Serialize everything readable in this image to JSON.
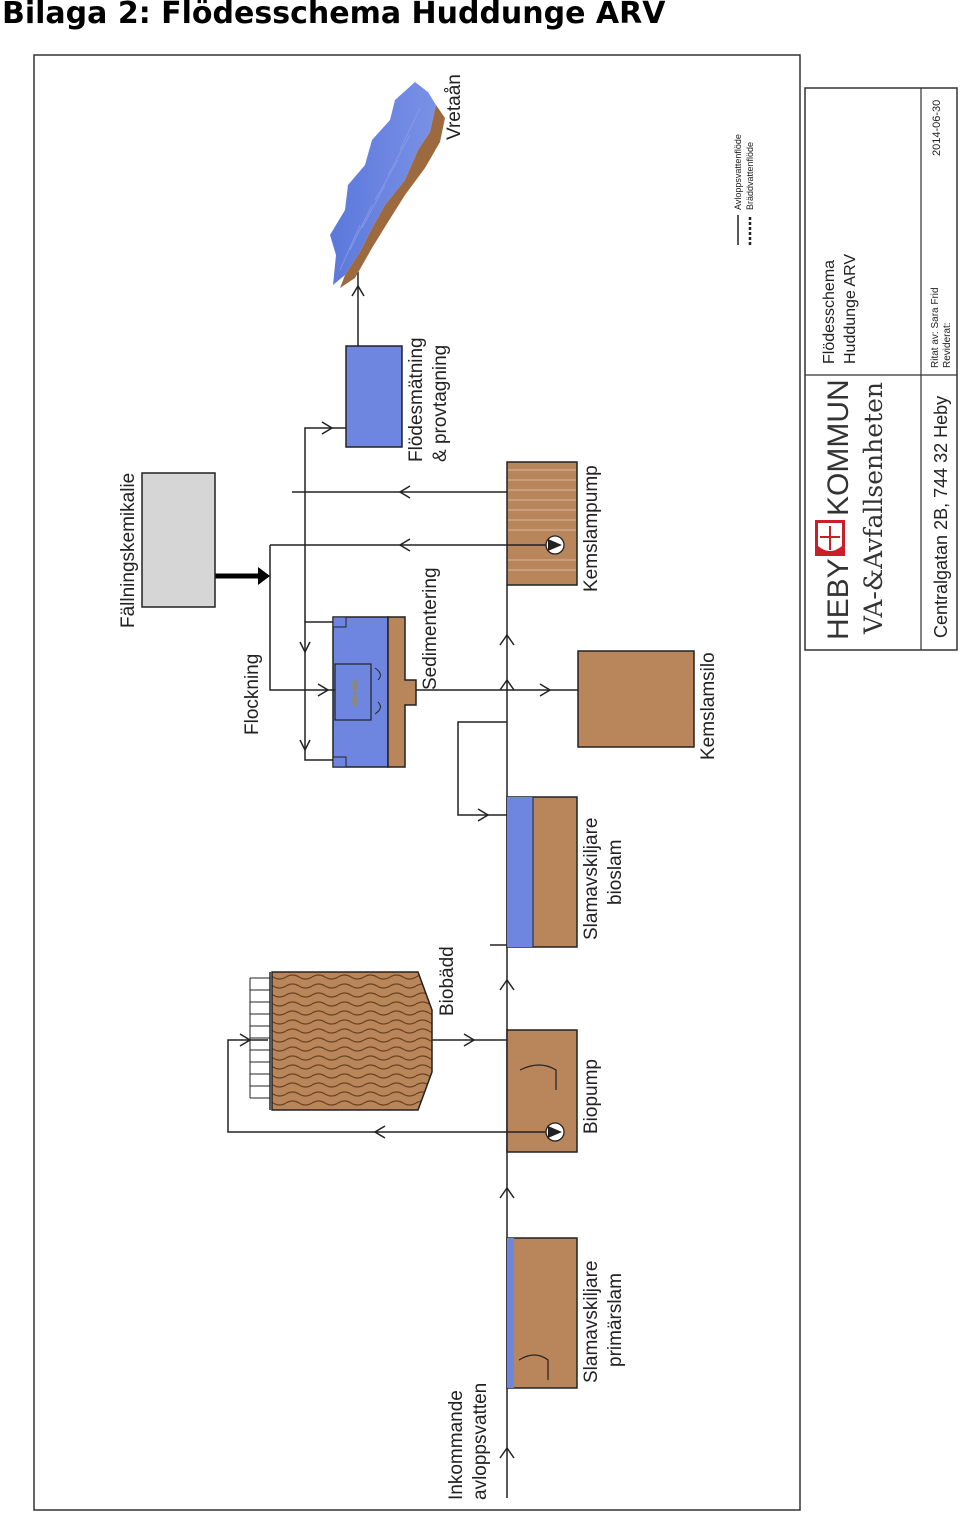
{
  "page": {
    "title": "Bilaga 2: Flödesschema Huddunge ARV"
  },
  "diagram": {
    "labels": {
      "inkommande_1": "Inkommande",
      "inkommande_2": "avloppsvatten",
      "slamavskiljare_primar_1": "Slamavskiljare",
      "slamavskiljare_primar_2": "primärslam",
      "biopump": "Biopump",
      "biobadd": "Biobädd",
      "slamavskiljare_bio_1": "Slamavskiljare",
      "slamavskiljare_bio_2": "bioslam",
      "kemslamsilo": "Kemslamsilo",
      "flockning": "Flockning",
      "sedimentering": "Sedimentering",
      "fallningskemikalie": "Fällningskemikalie",
      "kemslampump": "Kemslampump",
      "flodesmatning_1": "Flödesmätning",
      "flodesmatning_2": "& provtagning",
      "vretaan": "Vretaån"
    },
    "legend": {
      "avlopp": "Avloppsvattenflöde",
      "brdd": "Bräddvattenflöde"
    },
    "colors": {
      "water_blue": "#6f86e0",
      "sludge_brown": "#b9855a",
      "chem_grey": "#d6d6d6",
      "line": "#222222"
    }
  },
  "title_block": {
    "org_1": "HEBY",
    "org_2": "KOMMUN",
    "dept": "VA-&Avfallsenheten",
    "address": "Centralgatan 2B, 744 32 Heby",
    "doc_title_1": "Flödesschema",
    "doc_title_2": "Huddunge ARV",
    "drawn_by": "Ritat av: Sara Frid",
    "revised": "Reviderat:",
    "date": "2014-06-30"
  }
}
